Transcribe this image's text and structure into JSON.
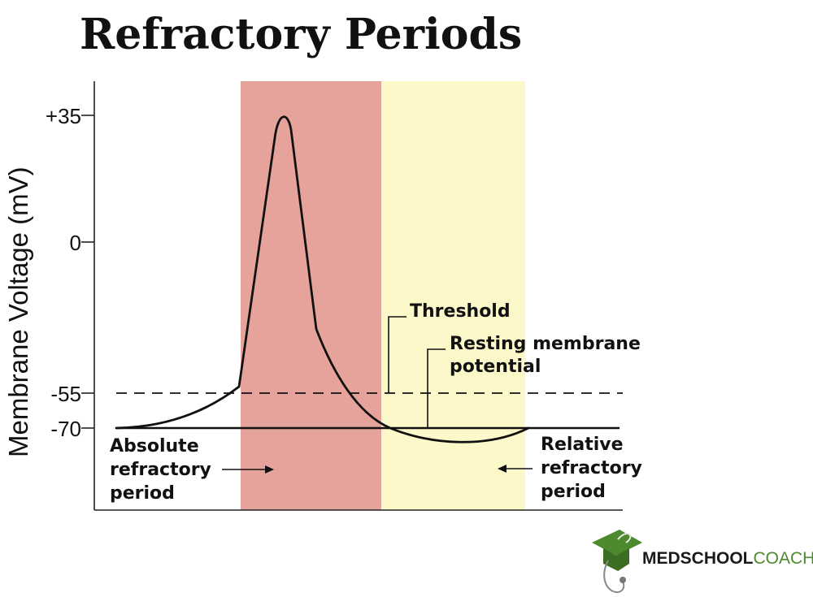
{
  "title": "Refractory Periods",
  "axis": {
    "ylabel": "Membrane Voltage (mV)",
    "ticks": [
      "+35",
      "0",
      "-55",
      "-70"
    ]
  },
  "regions": {
    "absolute_color": "#e5a39b",
    "relative_color": "#fdf8c9"
  },
  "annotations": {
    "threshold": "Threshold",
    "resting_line1": "Resting membrane",
    "resting_line2": "potential",
    "absolute_line1": "Absolute",
    "absolute_line2": "refractory",
    "absolute_line3": "period",
    "relative_line1": "Relative",
    "relative_line2": "refractory",
    "relative_line3": "period"
  },
  "levels_mV": {
    "peak": 35,
    "zero": 0,
    "threshold": -55,
    "resting": -70
  },
  "brand": {
    "part1": "MEDSCHOOL",
    "part2": "COACH",
    "color1": "#1a1a1a",
    "color2": "#4d8a2e"
  },
  "icons": {
    "logo": "graduation-cap-stethoscope-icon",
    "arrow": "arrow-icon"
  }
}
